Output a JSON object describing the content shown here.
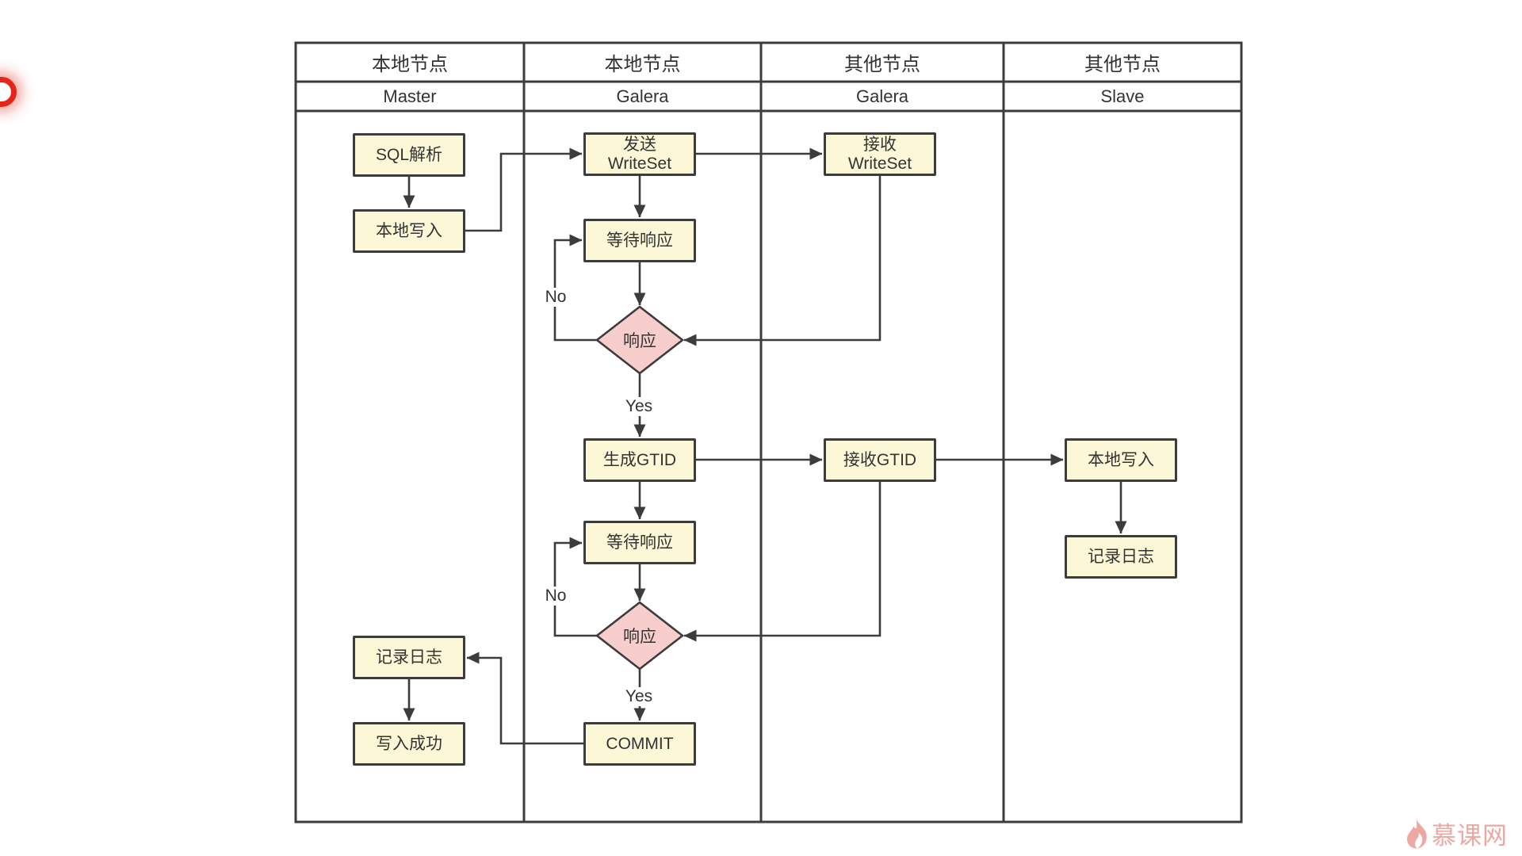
{
  "colors": {
    "box_fill": "#FCF8D7",
    "diamond_fill": "#F8CECC",
    "line": "#3C3C3C",
    "text": "#333333",
    "alert_red": "#E3261A",
    "watermark": "#ECA8A3"
  },
  "lanes": [
    {
      "title": "本地节点",
      "subtitle": "Master"
    },
    {
      "title": "本地节点",
      "subtitle": "Galera"
    },
    {
      "title": "其他节点",
      "subtitle": "Galera"
    },
    {
      "title": "其他节点",
      "subtitle": "Slave"
    }
  ],
  "nodes": {
    "sql_parse": {
      "label": "SQL解析"
    },
    "local_write_master": {
      "label": "本地写入"
    },
    "log_master": {
      "label": "记录日志"
    },
    "write_success": {
      "label": "写入成功"
    },
    "send_writeset": {
      "line1": "发送",
      "line2": "WriteSet"
    },
    "wait_resp_1": {
      "label": "等待响应"
    },
    "resp_1": {
      "label": "响应"
    },
    "gen_gtid": {
      "label": "生成GTID"
    },
    "wait_resp_2": {
      "label": "等待响应"
    },
    "resp_2": {
      "label": "响应"
    },
    "commit": {
      "label": "COMMIT"
    },
    "recv_writeset": {
      "line1": "接收",
      "line2": "WriteSet"
    },
    "recv_gtid": {
      "label": "接收GTID"
    },
    "local_write_slave": {
      "label": "本地写入"
    },
    "log_slave": {
      "label": "记录日志"
    }
  },
  "edge_labels": {
    "no_1": "No",
    "yes_1": "Yes",
    "no_2": "No",
    "yes_2": "Yes"
  },
  "watermark": {
    "text": "慕课网"
  }
}
